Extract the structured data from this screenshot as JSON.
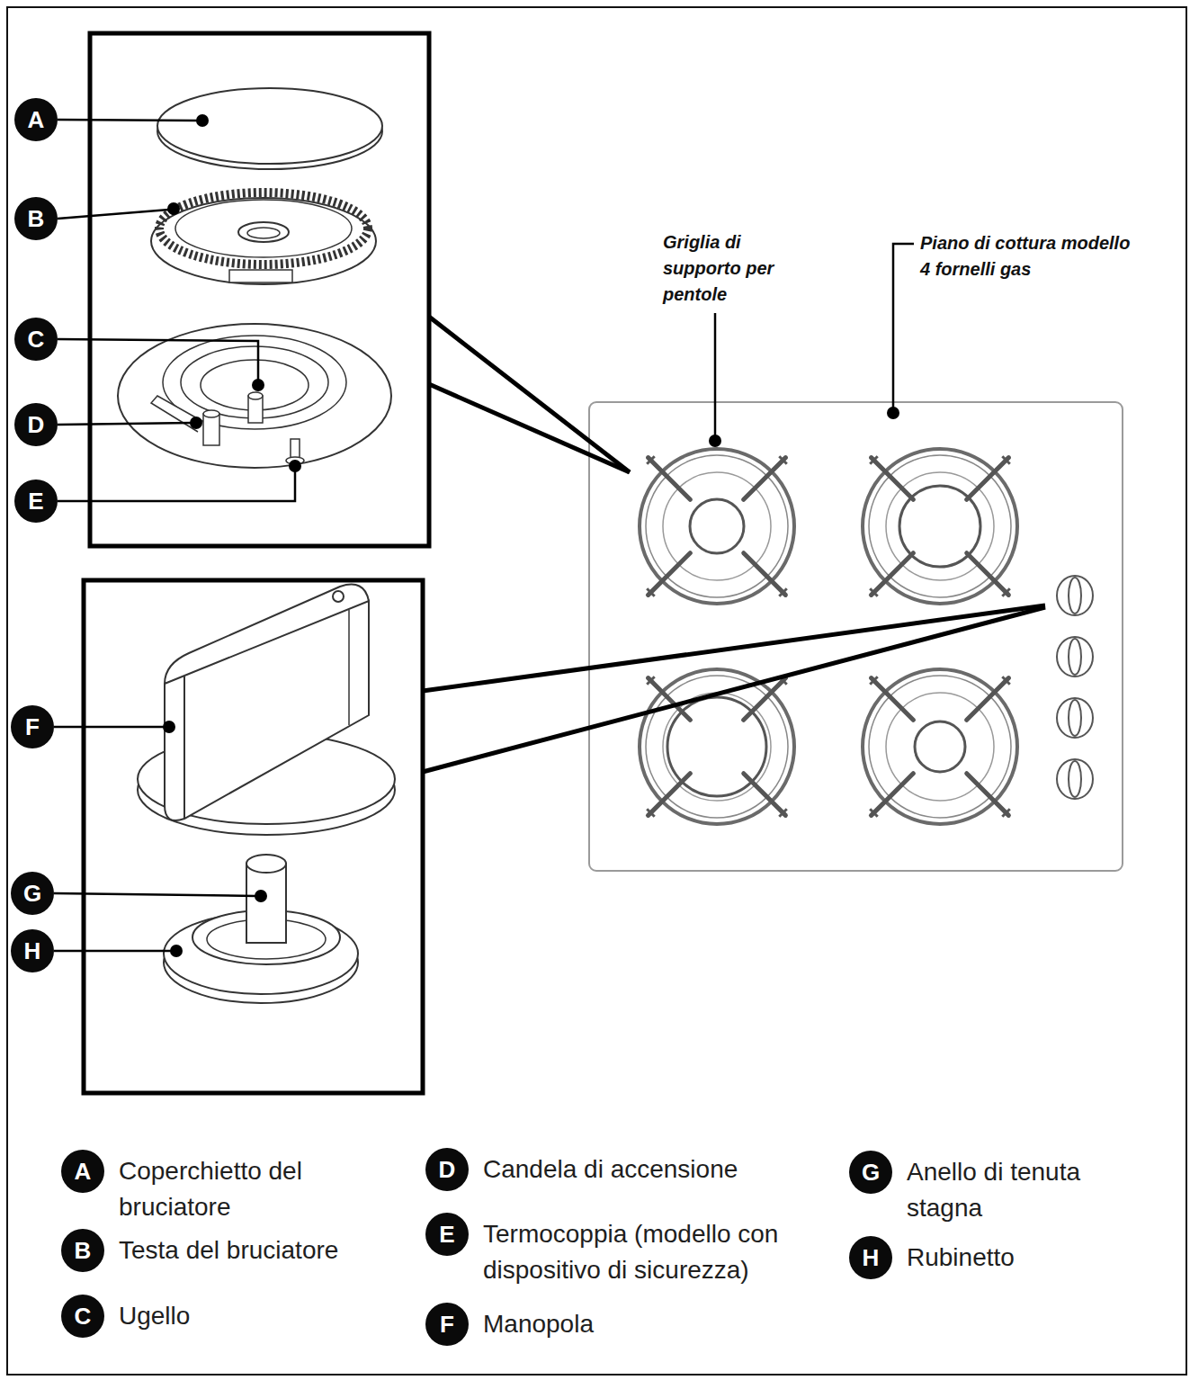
{
  "diagram": {
    "nodes": [
      {
        "text": [
          "A"
        ]
      },
      {
        "text": [
          "B"
        ]
      },
      {
        "text": [
          "C"
        ]
      },
      {
        "text": [
          "D"
        ]
      },
      {
        "text": [
          "E"
        ]
      },
      {
        "text": [
          "F"
        ]
      },
      {
        "text": [
          "G"
        ]
      },
      {
        "text": [
          "H"
        ]
      },
      {
        "text": [
          "A",
          "Coperchietto del bruciatore"
        ]
      },
      {
        "text": [
          "B",
          "Testa del bruciatore"
        ]
      },
      {
        "text": [
          "C",
          "Ugello"
        ]
      },
      {
        "text": [
          "D",
          "Candela di accensione"
        ]
      },
      {
        "text": [
          "E",
          "Termocoppia (modello con dispositivo di sicurezza)"
        ]
      },
      {
        "text": [
          "F",
          "Manopola"
        ]
      },
      {
        "text": [
          "G",
          "Anello di tenuta stagna"
        ]
      },
      {
        "text": [
          "H",
          "Rubinetto"
        ]
      }
    ],
    "labels": [
      "Griglia di supporto per pentole",
      "Piano di cottura modello 4 fornelli gas"
    ]
  }
}
